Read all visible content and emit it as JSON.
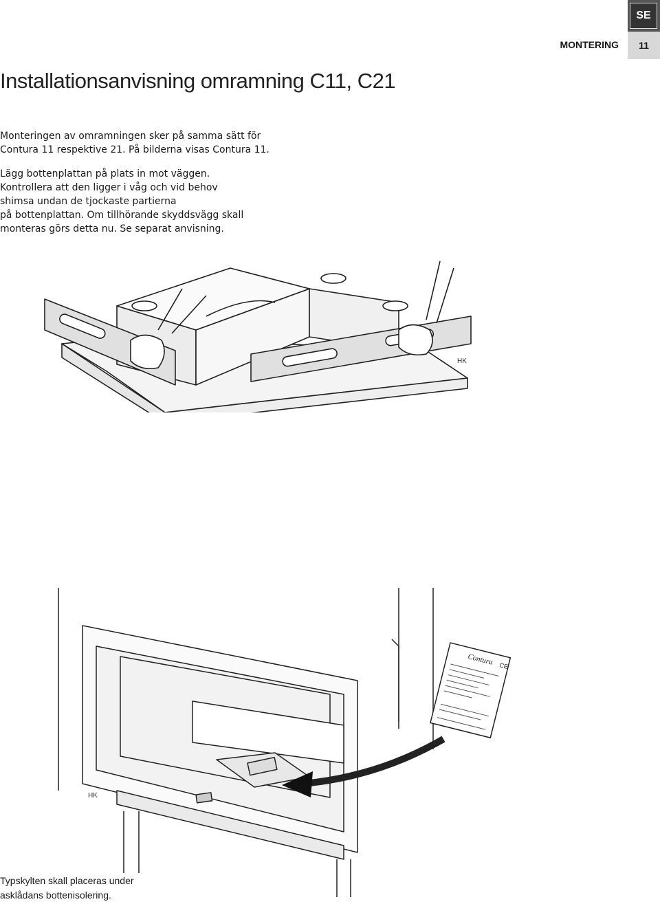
{
  "header": {
    "lang_code": "SE",
    "section": "MONTERING",
    "page_number": "11"
  },
  "title": "Installationsanvisning omramning C11, C21",
  "paragraphs": [
    {
      "lines": [
        "Monteringen av omramningen sker på samma sätt för",
        "Contura 11 respektive 21. På bilderna visas Contura 11."
      ]
    },
    {
      "lines": [
        "Lägg bottenplattan på plats in mot väggen.",
        "Kontrollera att den ligger i våg och vid behov",
        "shimsa undan de tjockaste partierna",
        "på bottenplattan. Om tillhörande skyddsvägg skall",
        "monteras görs detta nu. Se separat anvisning."
      ]
    }
  ],
  "figure1": {
    "brand_mark": "HK"
  },
  "figure2": {
    "brand_mark": "HK",
    "plate_brand": "Contura",
    "plate_ce": "CE"
  },
  "caption": [
    "Typskylten skall placeras under",
    "asklådans bottenisolering."
  ]
}
